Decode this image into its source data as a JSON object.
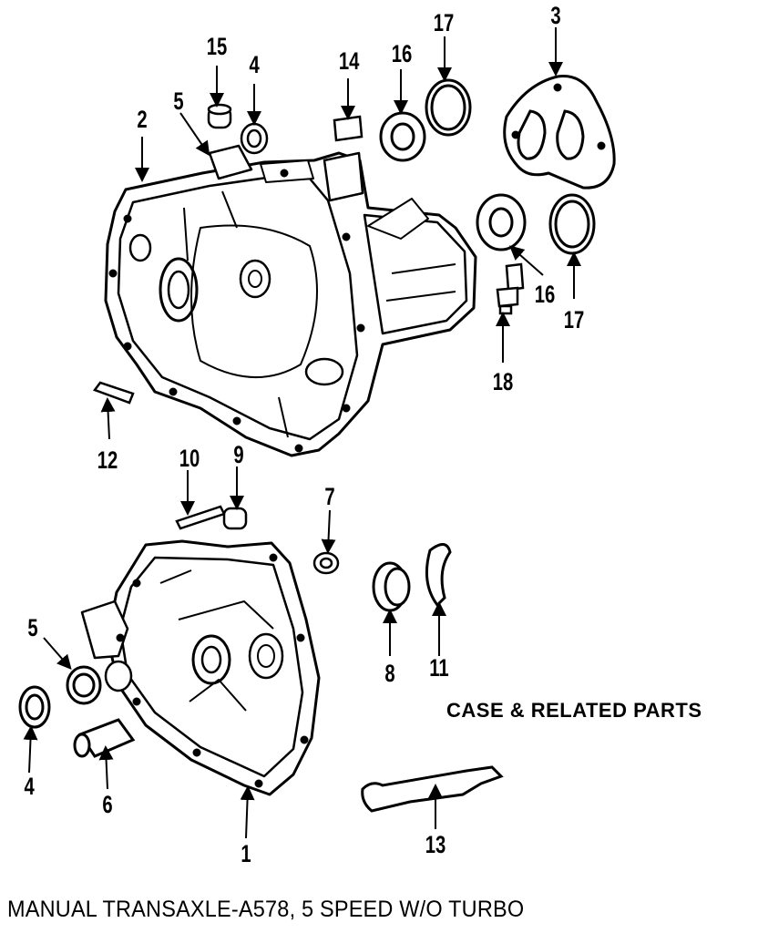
{
  "diagram": {
    "title": "MANUAL TRANSAXLE-A578, 5 SPEED W/O TURBO",
    "caption": "CASE & RELATED PARTS",
    "callouts": [
      "1",
      "2",
      "3",
      "4",
      "4",
      "5",
      "5",
      "6",
      "7",
      "8",
      "9",
      "10",
      "11",
      "12",
      "13",
      "14",
      "15",
      "16",
      "16",
      "17",
      "17",
      "18"
    ]
  }
}
